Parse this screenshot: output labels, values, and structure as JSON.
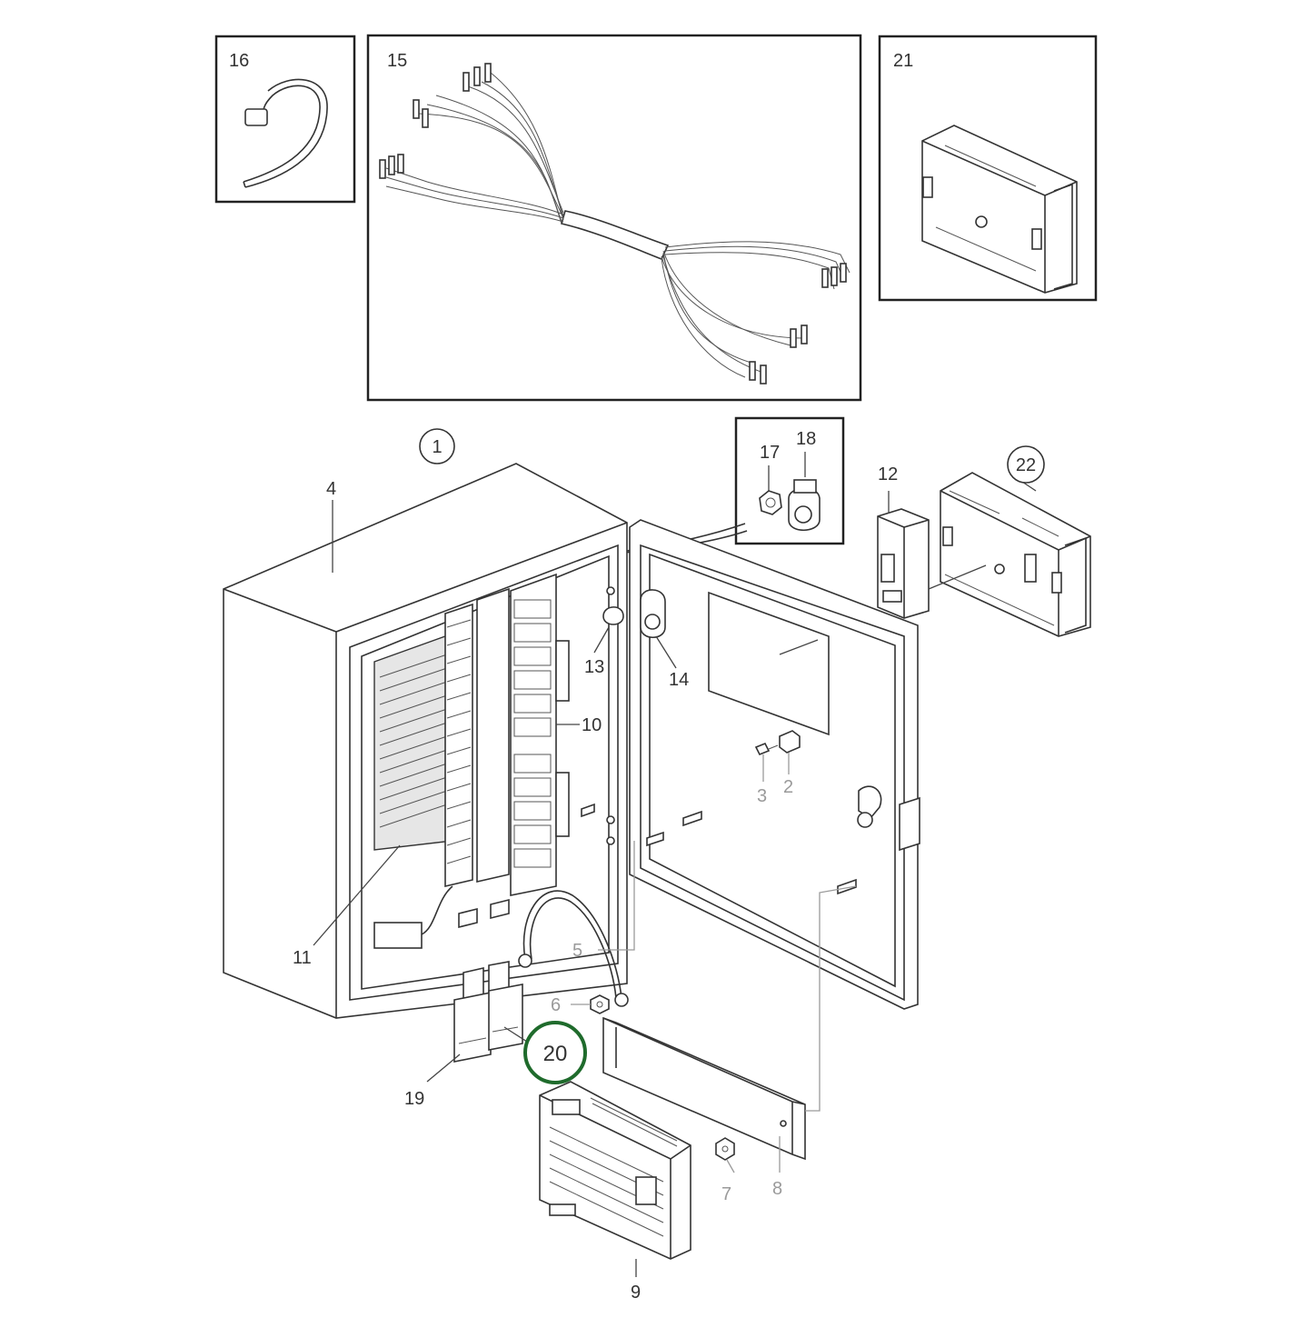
{
  "callouts": {
    "c1": "1",
    "c2": "2",
    "c3": "3",
    "c4": "4",
    "c5": "5",
    "c6": "6",
    "c7": "7",
    "c8": "8",
    "c9": "9",
    "c10": "10",
    "c11": "11",
    "c12": "12",
    "c13": "13",
    "c14": "14",
    "c15": "15",
    "c16": "16",
    "c17": "17",
    "c18": "18",
    "c19": "19",
    "c20": "20",
    "c21": "21",
    "c22": "22"
  },
  "highlight": {
    "callout": "20",
    "color": "#1f6b2c"
  },
  "colors": {
    "line": "#333333",
    "muted_label": "#9a9a9a",
    "frame": "#222222"
  }
}
